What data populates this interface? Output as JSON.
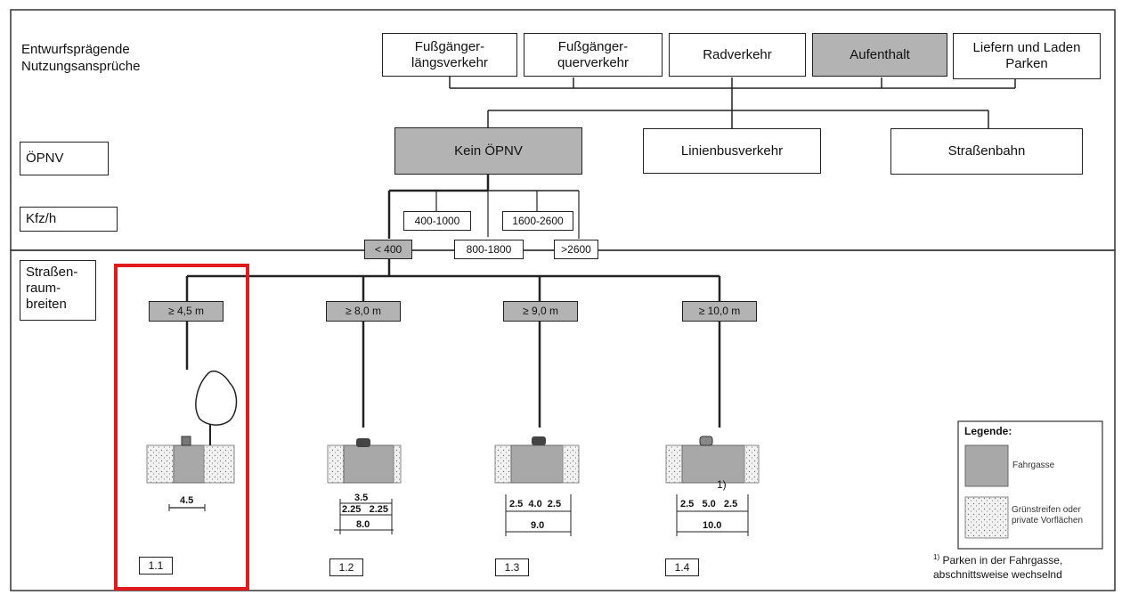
{
  "left_labels": {
    "usage": "Entwurfsprägende\nNutzungsansprüche",
    "oepnv": "ÖPNV",
    "kfz": "Kfz/h",
    "width": "Straßen-\nraum-\nbreiten"
  },
  "usage_boxes": [
    "Fußgänger-\nlängsverkehr",
    "Fußgänger-\nquerverkehr",
    "Radverkehr",
    "Aufenthalt",
    "Liefern und Laden\nParken"
  ],
  "oepnv_boxes": [
    "Kein ÖPNV",
    "Linienbusverkehr",
    "Straßenbahn"
  ],
  "kfz_boxes": [
    "400-1000",
    "1600-2600",
    "< 400",
    "800-1800",
    ">2600"
  ],
  "width_boxes": [
    "≥ 4,5 m",
    "≥ 8,0 m",
    "≥ 9,0 m",
    "≥ 10,0 m"
  ],
  "sections": [
    {
      "code": "1.1",
      "dims_top": "4.5",
      "dims_mid": "",
      "dims_total": ""
    },
    {
      "code": "1.2",
      "dims_top": "3.5",
      "dims_mid": "2.25   2.25",
      "dims_total": "8.0"
    },
    {
      "code": "1.3",
      "dims_top": "2.5  4.0  2.5",
      "dims_mid": "",
      "dims_total": "9.0"
    },
    {
      "code": "1.4",
      "dims_top": "2.5   5.0   2.5",
      "dims_mid": "",
      "dims_total": "10.0"
    }
  ],
  "footnote_mark": "1)",
  "legend": {
    "title": "Legende:",
    "items": [
      "Fahrgasse",
      "Grünstreifen oder\nprivate Vorflächen"
    ]
  },
  "footnote": {
    "mark": "1)",
    "text": "Parken in der Fahrgasse,\nabschnittsweise wechselnd"
  },
  "colors": {
    "highlight": "#e11b1b",
    "selected_fill": "#b3b3b3"
  }
}
